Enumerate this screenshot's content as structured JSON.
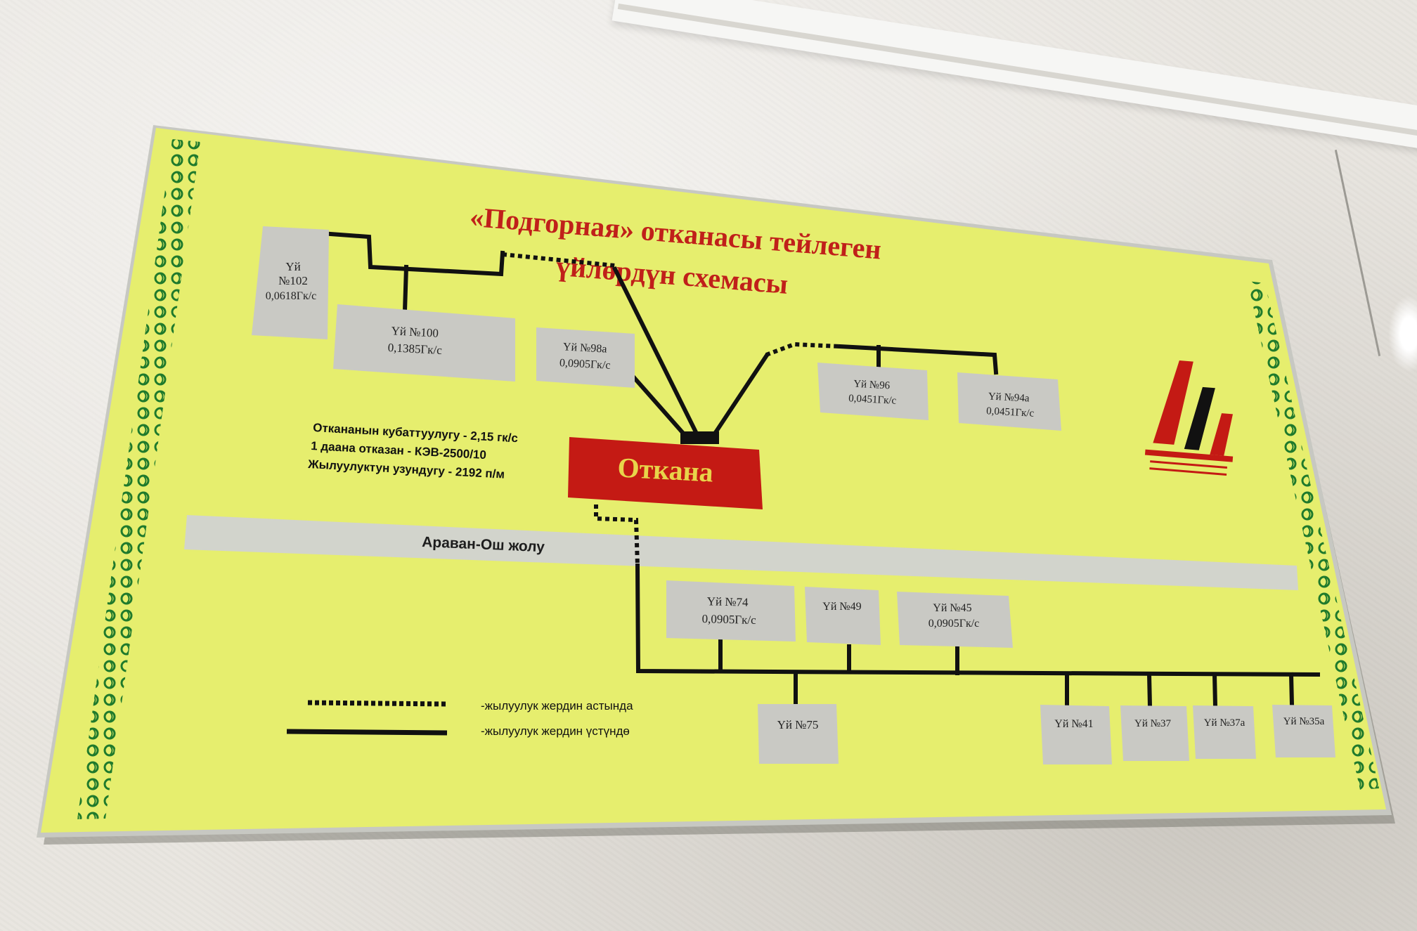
{
  "title": {
    "line1": "«Подгорная» отканасы тейлеген",
    "line2": "үйлөрдүн схемасы"
  },
  "boiler": {
    "label": "Откана"
  },
  "specs": [
    "Откананын кубаттуулугу - 2,15 гк/с",
    "1 даана отказан - КЭВ-2500/10",
    "Жылуулуктун узундугу - 2192 п/м"
  ],
  "road": {
    "label": "Араван-Ош жолу"
  },
  "houses": {
    "h102": {
      "name": "Үй",
      "num": "№102",
      "value": "0,0618Гк/с"
    },
    "h100": {
      "name": "Үй №100",
      "value": "0,1385Гк/с"
    },
    "h98a": {
      "name": "Үй №98а",
      "value": "0,0905Гк/с"
    },
    "h96": {
      "name": "Үй №96",
      "value": "0,0451Гк/с"
    },
    "h94a": {
      "name": "Үй №94а",
      "value": "0,0451Гк/с"
    },
    "h74": {
      "name": "Үй №74",
      "value": "0,0905Гк/с"
    },
    "h49": {
      "name": "Үй №49"
    },
    "h45": {
      "name": "Үй №45",
      "value": "0,0905Гк/с"
    },
    "h75": {
      "name": "Үй №75"
    },
    "h41": {
      "name": "Үй №41"
    },
    "h37": {
      "name": "Үй №37"
    },
    "h37a": {
      "name": "Үй №37а"
    },
    "h35a": {
      "name": "Үй №35а"
    }
  },
  "legend": {
    "underground": "-жылуулук жердин астында",
    "overground": "-жылуулук жердин үстүндө"
  },
  "colors": {
    "board": "#e6ee6e",
    "boiler": "#c41a14",
    "boiler_text": "#e8d44a",
    "title": "#c0201a",
    "house_box": "#c9c9c4",
    "road": "#d2d4cc",
    "border_ornament": "#1f7a2c",
    "logo_red": "#c41a14",
    "logo_black": "#111111"
  }
}
